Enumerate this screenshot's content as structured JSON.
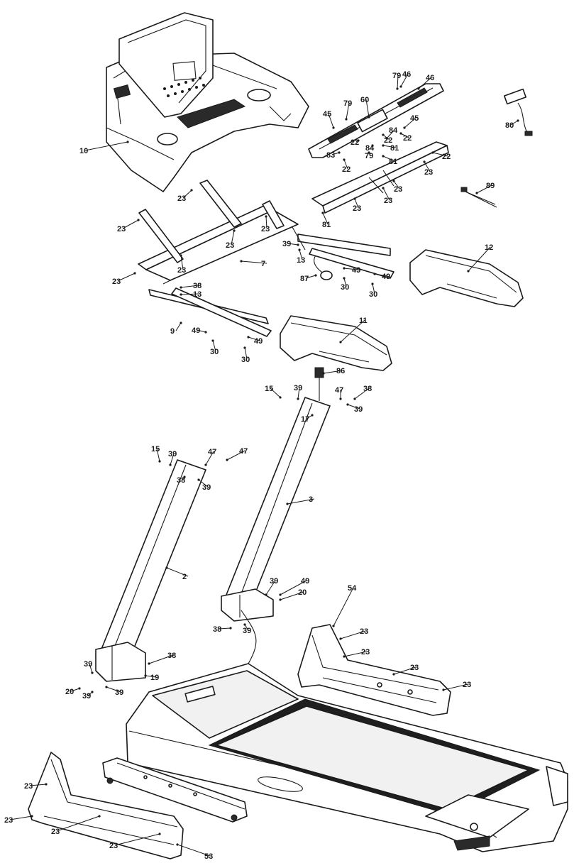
{
  "callouts": [
    {
      "label": "10"
    },
    {
      "label": "23"
    },
    {
      "label": "23"
    },
    {
      "label": "23"
    },
    {
      "label": "23"
    },
    {
      "label": "23"
    },
    {
      "label": "23"
    },
    {
      "label": "7"
    },
    {
      "label": "39"
    },
    {
      "label": "13"
    },
    {
      "label": "87"
    },
    {
      "label": "49"
    },
    {
      "label": "30"
    },
    {
      "label": "49"
    },
    {
      "label": "30"
    },
    {
      "label": "38"
    },
    {
      "label": "13"
    },
    {
      "label": "9"
    },
    {
      "label": "49"
    },
    {
      "label": "30"
    },
    {
      "label": "49"
    },
    {
      "label": "30"
    },
    {
      "label": "79"
    },
    {
      "label": "45"
    },
    {
      "label": "46"
    },
    {
      "label": "60"
    },
    {
      "label": "79"
    },
    {
      "label": "46"
    },
    {
      "label": "45"
    },
    {
      "label": "84"
    },
    {
      "label": "22"
    },
    {
      "label": "22"
    },
    {
      "label": "83"
    },
    {
      "label": "84"
    },
    {
      "label": "22"
    },
    {
      "label": "81"
    },
    {
      "label": "22"
    },
    {
      "label": "81"
    },
    {
      "label": "79"
    },
    {
      "label": "22"
    },
    {
      "label": "81"
    },
    {
      "label": "23"
    },
    {
      "label": "23"
    },
    {
      "label": "23"
    },
    {
      "label": "23"
    },
    {
      "label": "80"
    },
    {
      "label": "89"
    },
    {
      "label": "12"
    },
    {
      "label": "11"
    },
    {
      "label": "86"
    },
    {
      "label": "15"
    },
    {
      "label": "39"
    },
    {
      "label": "47"
    },
    {
      "label": "38"
    },
    {
      "label": "17"
    },
    {
      "label": "39"
    },
    {
      "label": "3"
    },
    {
      "label": "15"
    },
    {
      "label": "39"
    },
    {
      "label": "47"
    },
    {
      "label": "47"
    },
    {
      "label": "38"
    },
    {
      "label": "39"
    },
    {
      "label": "2"
    },
    {
      "label": "39"
    },
    {
      "label": "49"
    },
    {
      "label": "20"
    },
    {
      "label": "38"
    },
    {
      "label": "39"
    },
    {
      "label": "54"
    },
    {
      "label": "23"
    },
    {
      "label": "23"
    },
    {
      "label": "23"
    },
    {
      "label": "23"
    },
    {
      "label": "39"
    },
    {
      "label": "38"
    },
    {
      "label": "19"
    },
    {
      "label": "20"
    },
    {
      "label": "39"
    },
    {
      "label": "39"
    },
    {
      "label": "23"
    },
    {
      "label": "23"
    },
    {
      "label": "23"
    },
    {
      "label": "23"
    },
    {
      "label": "53"
    }
  ]
}
